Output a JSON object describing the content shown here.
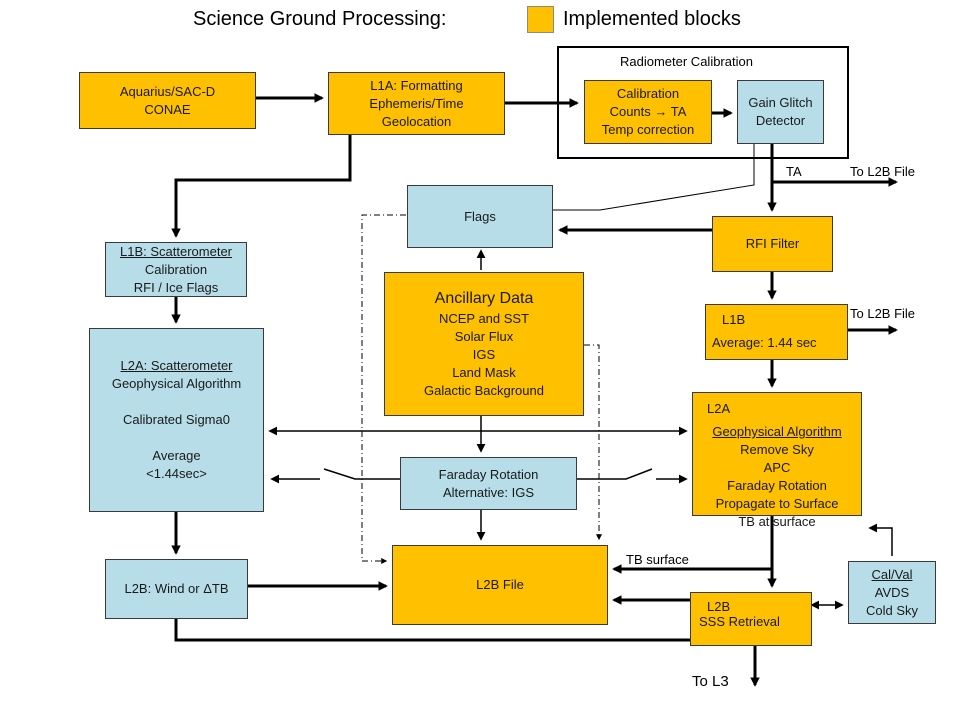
{
  "header": {
    "title": "Science Ground Processing:",
    "legend_label": "Implemented blocks"
  },
  "colors": {
    "implemented": "#FFC000",
    "not_implemented": "#B7DEE8",
    "line": "#000000"
  },
  "radiometer_group": {
    "title": "Radiometer Calibration"
  },
  "blocks": {
    "aquarius": {
      "lines": [
        "Aquarius/SAC-D",
        "CONAE"
      ]
    },
    "l1a": {
      "lines": [
        "L1A:  Formatting",
        "Ephemeris/Time",
        "Geolocation"
      ]
    },
    "calibration": {
      "line1": "Calibration",
      "line2a": "Counts ",
      "line2arrow": "→",
      "line2b": " TA",
      "line3": "Temp correction"
    },
    "gain_glitch": {
      "lines": [
        "Gain Glitch",
        "Detector"
      ]
    },
    "flags": {
      "label": "Flags"
    },
    "rfi_filter": {
      "label": "RFI Filter"
    },
    "l1b_scat": {
      "title": "L1B:  Scatterometer",
      "lines": [
        "Calibration",
        "RFI / Ice Flags"
      ]
    },
    "ancillary": {
      "title": "Ancillary Data",
      "lines": [
        "NCEP and SST",
        "Solar Flux",
        "IGS",
        "Land Mask",
        "Galactic Background"
      ]
    },
    "l1b": {
      "tag": "L1B",
      "text": "Average: 1.44 sec"
    },
    "l2a_scat": {
      "title": "L2A: Scatterometer",
      "lines": [
        "Geophysical Algorithm",
        "",
        "Calibrated Sigma0",
        "",
        "Average",
        "<1.44sec>"
      ]
    },
    "l2a": {
      "tag": "L2A",
      "title": "Geophysical Algorithm",
      "lines": [
        "Remove Sky",
        "APC",
        "Faraday Rotation",
        "Propagate to Surface",
        "TB at surface"
      ]
    },
    "faraday": {
      "lines": [
        "Faraday Rotation",
        "Alternative:  IGS"
      ]
    },
    "l2b_wind": {
      "label": "L2B:  Wind or ΔTB"
    },
    "l2b_file": {
      "label": "L2B File"
    },
    "l2b": {
      "tag": "L2B",
      "label": "SSS Retrieval"
    },
    "calval": {
      "title": "Cal/Val",
      "lines": [
        "AVDS",
        "Cold Sky"
      ]
    }
  },
  "labels": {
    "ta": "TA",
    "to_l2b_file_1": "To  L2B File",
    "to_l2b_file_2": "To L2B File",
    "tb_surface": "TB surface",
    "to_l3": "To L3"
  }
}
